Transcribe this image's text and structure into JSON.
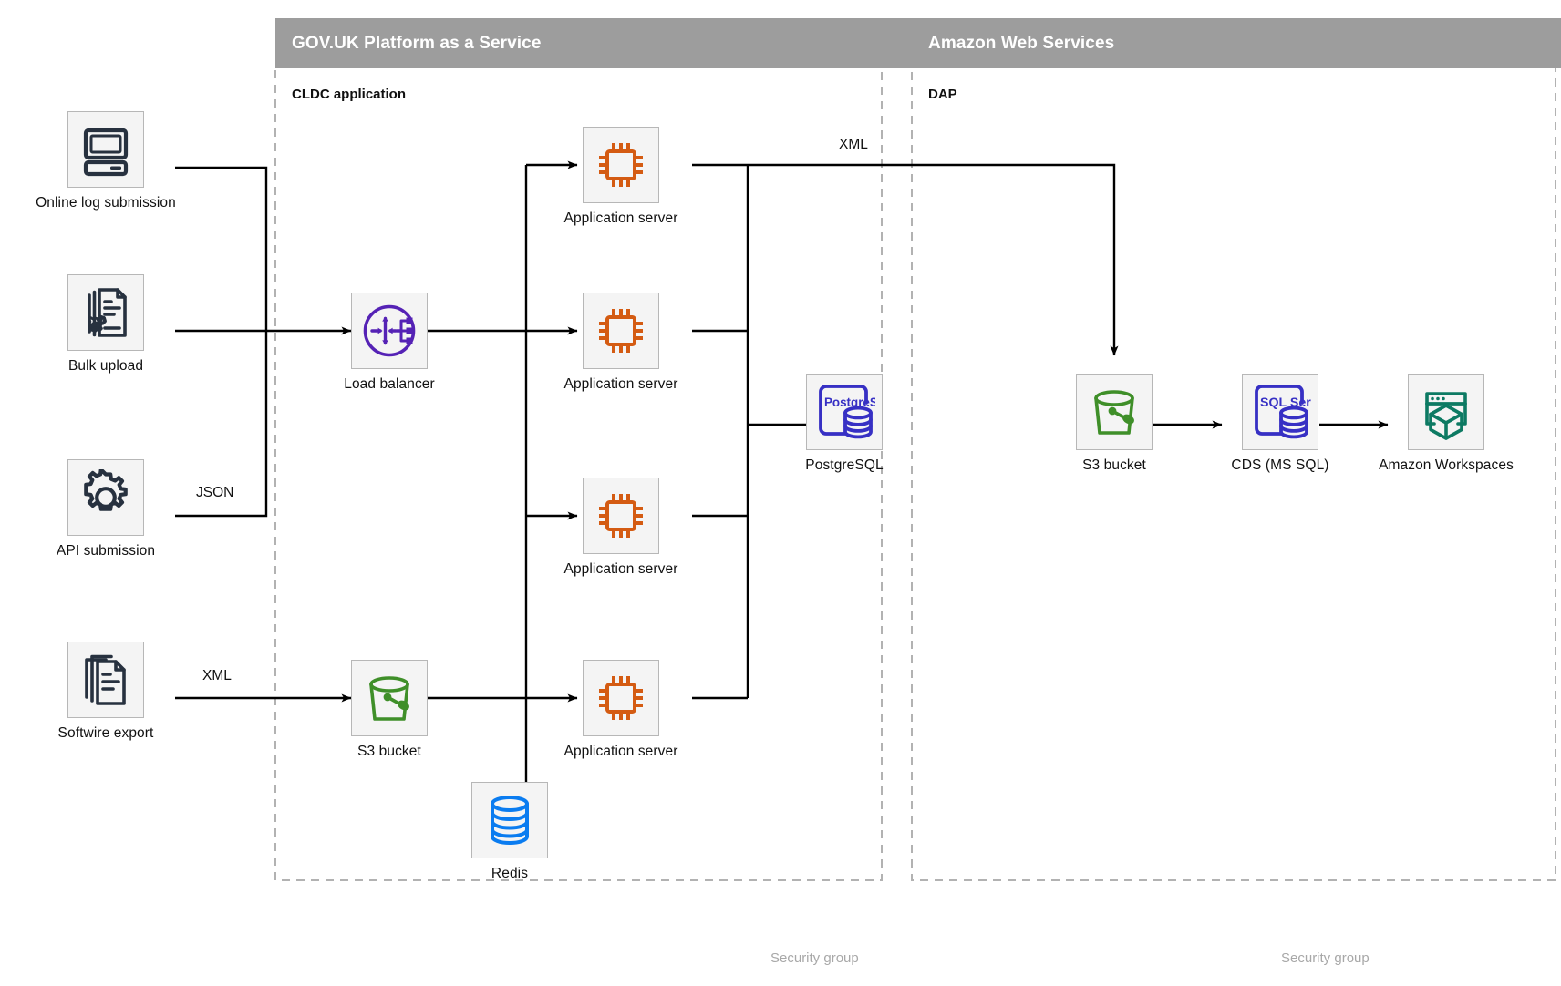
{
  "diagram": {
    "title_zones": [
      {
        "id": "paas",
        "label": "GOV.UK Platform as a Service",
        "sublabel": "CLDC application",
        "security_group": "Security group"
      },
      {
        "id": "aws",
        "label": "Amazon Web Services",
        "sublabel": "DAP",
        "security_group": "Security group"
      }
    ],
    "colors": {
      "zone_header_bg": "#9d9d9d",
      "zone_header_text": "#ffffff",
      "node_box_bg": "#f4f4f4",
      "node_box_border": "#b7b7b7",
      "dashed_border": "#b2b2b2",
      "connector": "#000000",
      "icon_navy": "#27313f",
      "icon_orange": "#d45b12",
      "icon_purple": "#5522b5",
      "icon_green": "#3f8f29",
      "icon_blue": "#0a7cf0",
      "icon_indigo": "#3730c4",
      "icon_teal": "#0d7a63",
      "security_group_text": "#a8a8a8"
    },
    "nodes": [
      {
        "id": "online-log-submission",
        "label": "Online log submission",
        "icon": "desktop-computer-icon"
      },
      {
        "id": "bulk-upload",
        "label": "Bulk upload",
        "icon": "document-gear-icon"
      },
      {
        "id": "api-submission",
        "label": "API submission",
        "icon": "gear-icon"
      },
      {
        "id": "softwire-export",
        "label": "Softwire export",
        "icon": "stacked-documents-icon"
      },
      {
        "id": "load-balancer",
        "label": "Load balancer",
        "icon": "load-balancer-icon"
      },
      {
        "id": "s3-bucket-paas",
        "label": "S3 bucket",
        "icon": "bucket-icon"
      },
      {
        "id": "app-server-1",
        "label": "Application server",
        "icon": "cpu-chip-icon"
      },
      {
        "id": "app-server-2",
        "label": "Application server",
        "icon": "cpu-chip-icon"
      },
      {
        "id": "app-server-3",
        "label": "Application server",
        "icon": "cpu-chip-icon"
      },
      {
        "id": "app-server-4",
        "label": "Application server",
        "icon": "cpu-chip-icon"
      },
      {
        "id": "postgresql",
        "label": "PostgreSQL",
        "icon": "postgresql-icon",
        "icon_text": "PostgreSQL"
      },
      {
        "id": "redis",
        "label": "Redis",
        "icon": "database-cylinder-icon"
      },
      {
        "id": "s3-bucket-aws",
        "label": "S3 bucket",
        "icon": "bucket-icon"
      },
      {
        "id": "cds-ms-sql",
        "label": "CDS (MS SQL)",
        "icon": "sql-server-icon",
        "icon_text": "SQL Server"
      },
      {
        "id": "amazon-workspaces",
        "label": "Amazon Workspaces",
        "icon": "workspaces-cube-icon"
      }
    ],
    "edge_labels": [
      {
        "id": "json-label",
        "text": "JSON"
      },
      {
        "id": "xml-label-softwire",
        "text": "XML"
      },
      {
        "id": "xml-label-dap",
        "text": "XML"
      }
    ]
  }
}
